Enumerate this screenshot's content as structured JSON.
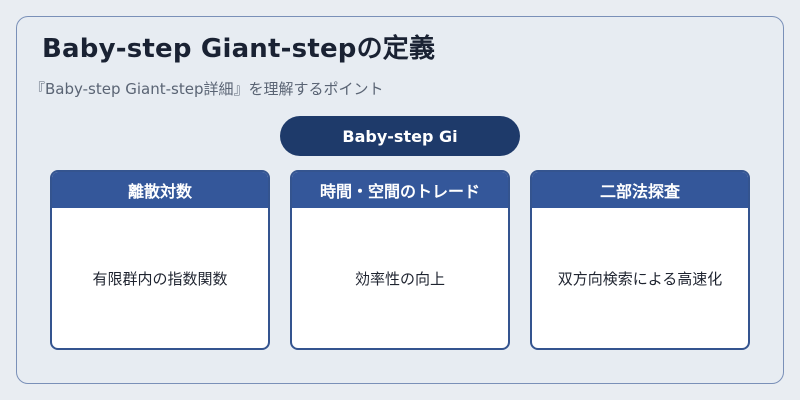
{
  "title": "Baby-step Giant-stepの定義",
  "subtitle": "『Baby-step Giant-step詳細』を理解するポイント",
  "center_label": "Baby-step Gi",
  "cards": [
    {
      "heading": "離散対数",
      "body": "有限群内の指数関数"
    },
    {
      "heading": "時間・空間のトレード",
      "body": "効率性の向上"
    },
    {
      "heading": "二部法探査",
      "body": "双方向検索による高速化"
    }
  ],
  "colors": {
    "background": "#e9edf2",
    "frame_border": "#7a90b8",
    "pill": "#1e3a6a",
    "card_header": "#34579a",
    "card_border": "#34548f"
  }
}
